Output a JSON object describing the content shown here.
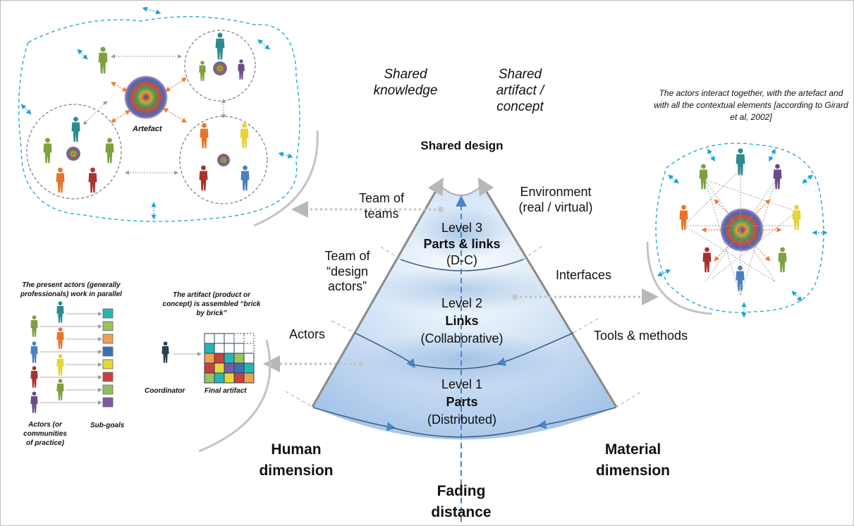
{
  "labels": {
    "shared_knowledge": "Shared knowledge",
    "shared_artifact_concept": "Shared artifact / concept",
    "shared_design": "Shared design",
    "team_of_teams": "Team of teams",
    "environment": "Environment (real / virtual)",
    "team_of_design_actors": "Team of “design actors”",
    "interfaces": "Interfaces",
    "actors": "Actors",
    "tools_methods": "Tools & methods",
    "human_dimension": "Human dimension",
    "material_dimension": "Material dimension",
    "fading_distance": "Fading distance"
  },
  "levels": [
    {
      "name": "Level 3",
      "title": "Parts & links",
      "mode": "(D-C)"
    },
    {
      "name": "Level 2",
      "title": "Links",
      "mode": "(Collaborative)"
    },
    {
      "name": "Level 1",
      "title": "Parts",
      "mode": "(Distributed)"
    }
  ],
  "top_left_panel": {
    "artefact_label": "Artefact"
  },
  "right_panel": {
    "caption": "The actors interact together, with the artefact and with all the contextual elements [according to Girard et al, 2002]"
  },
  "bottom_left_panel": {
    "present_actors_note": "The present actors (generally professionals) work in parallel",
    "artifact_note": "The artifact  (product or concept) is assembled “brick by brick”",
    "coordinator": "Coordinator",
    "final_artifact": "Final artifact",
    "actors_legend": "Actors (or communities of practice)",
    "sub_goals": "Sub-goals"
  },
  "colors": {
    "cone_fill": "#b9d2ee",
    "cone_line": "#3f5f86",
    "axis_dash": "#4a86c8",
    "context_dash": "#1aa3d4",
    "interaction_arrow": "#ee7a2e",
    "actor_green": "#7da041",
    "actor_teal": "#2c8b8f",
    "actor_orange": "#e8742a",
    "actor_red": "#a8322d",
    "actor_blue": "#4b7fc1",
    "actor_purple": "#6a4c86",
    "actor_yellow": "#e6d23a",
    "actor_navy": "#2a4057"
  }
}
